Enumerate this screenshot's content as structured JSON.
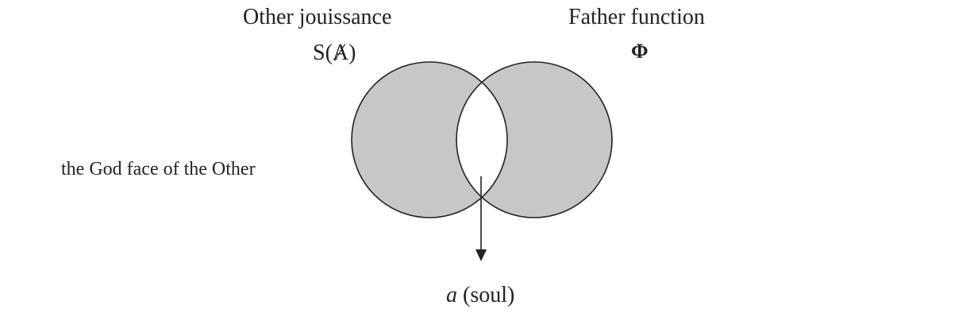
{
  "labels": {
    "left_title": "Other jouissance",
    "right_title": "Father function",
    "left_symbol": "S(Ⱥ)",
    "right_symbol": "Φ",
    "side_label": "the God face of the Other",
    "bottom_letter": "a",
    "bottom_text": "(soul)"
  },
  "colors": {
    "circle_fill": "#c6c7c9",
    "intersection_fill": "#ffffff",
    "stroke": "#222222",
    "text": "#222222"
  }
}
